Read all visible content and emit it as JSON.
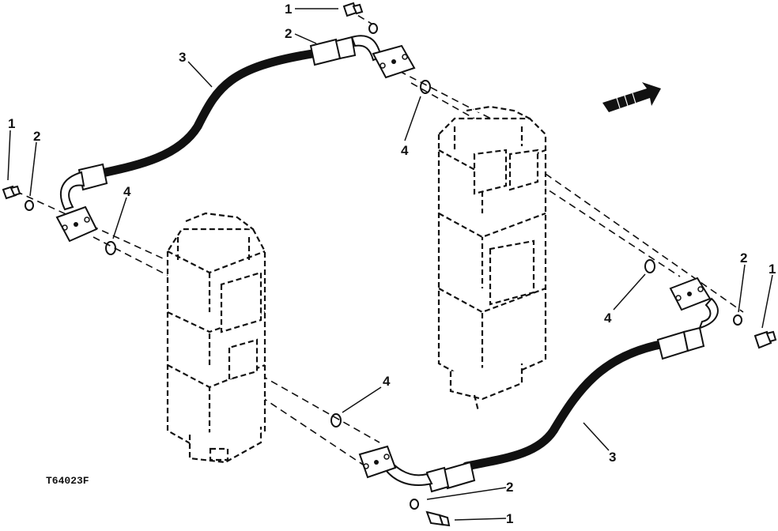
{
  "figure_id": "T64023F",
  "callouts": {
    "cap_screw": "1",
    "washer": "2",
    "hose": "3",
    "o_ring": "4"
  },
  "icons": {
    "direction_arrow": "front-direction-arrow-icon"
  }
}
